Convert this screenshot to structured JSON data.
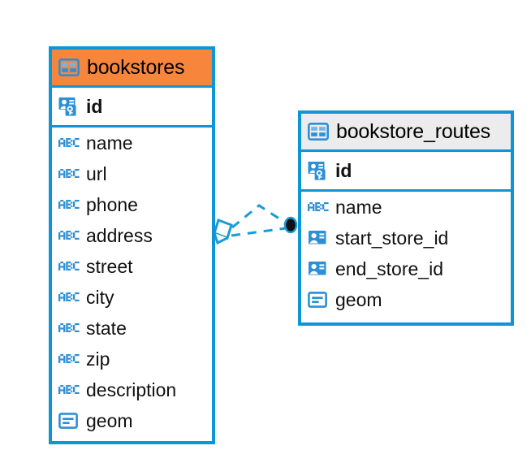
{
  "diagram": {
    "type": "entity-relationship-diagram",
    "background_color": "#ffffff",
    "accent_color": "#0d96d6"
  },
  "tables": [
    {
      "name": "bookstores",
      "header_color": "#f7863c",
      "border_color": "#0d96d6",
      "header_icon": "table-grid-icon",
      "primary_key": {
        "label": "id",
        "icon": "primary-key-icon"
      },
      "fields": [
        {
          "label": "name",
          "icon": "abc-text-icon"
        },
        {
          "label": "url",
          "icon": "abc-text-icon"
        },
        {
          "label": "phone",
          "icon": "abc-text-icon"
        },
        {
          "label": "address",
          "icon": "abc-text-icon"
        },
        {
          "label": "street",
          "icon": "abc-text-icon"
        },
        {
          "label": "city",
          "icon": "abc-text-icon"
        },
        {
          "label": "state",
          "icon": "abc-text-icon"
        },
        {
          "label": "zip",
          "icon": "abc-text-icon"
        },
        {
          "label": "description",
          "icon": "abc-text-icon"
        },
        {
          "label": "geom",
          "icon": "geometry-blob-icon"
        }
      ]
    },
    {
      "name": "bookstore_routes",
      "header_color": "#ececec",
      "border_color": "#0d96d6",
      "header_icon": "table-grid-icon",
      "primary_key": {
        "label": "id",
        "icon": "primary-key-icon"
      },
      "fields": [
        {
          "label": "name",
          "icon": "abc-text-icon"
        },
        {
          "label": "start_store_id",
          "icon": "foreign-key-icon"
        },
        {
          "label": "end_store_id",
          "icon": "foreign-key-icon"
        },
        {
          "label": "geom",
          "icon": "geometry-blob-icon"
        }
      ]
    }
  ],
  "relationship": {
    "line_style": "dashed",
    "line_color": "#1a9ad7",
    "source_marker": "diamond-crowsfoot-marker",
    "target_marker": "filled-circle-marker"
  }
}
